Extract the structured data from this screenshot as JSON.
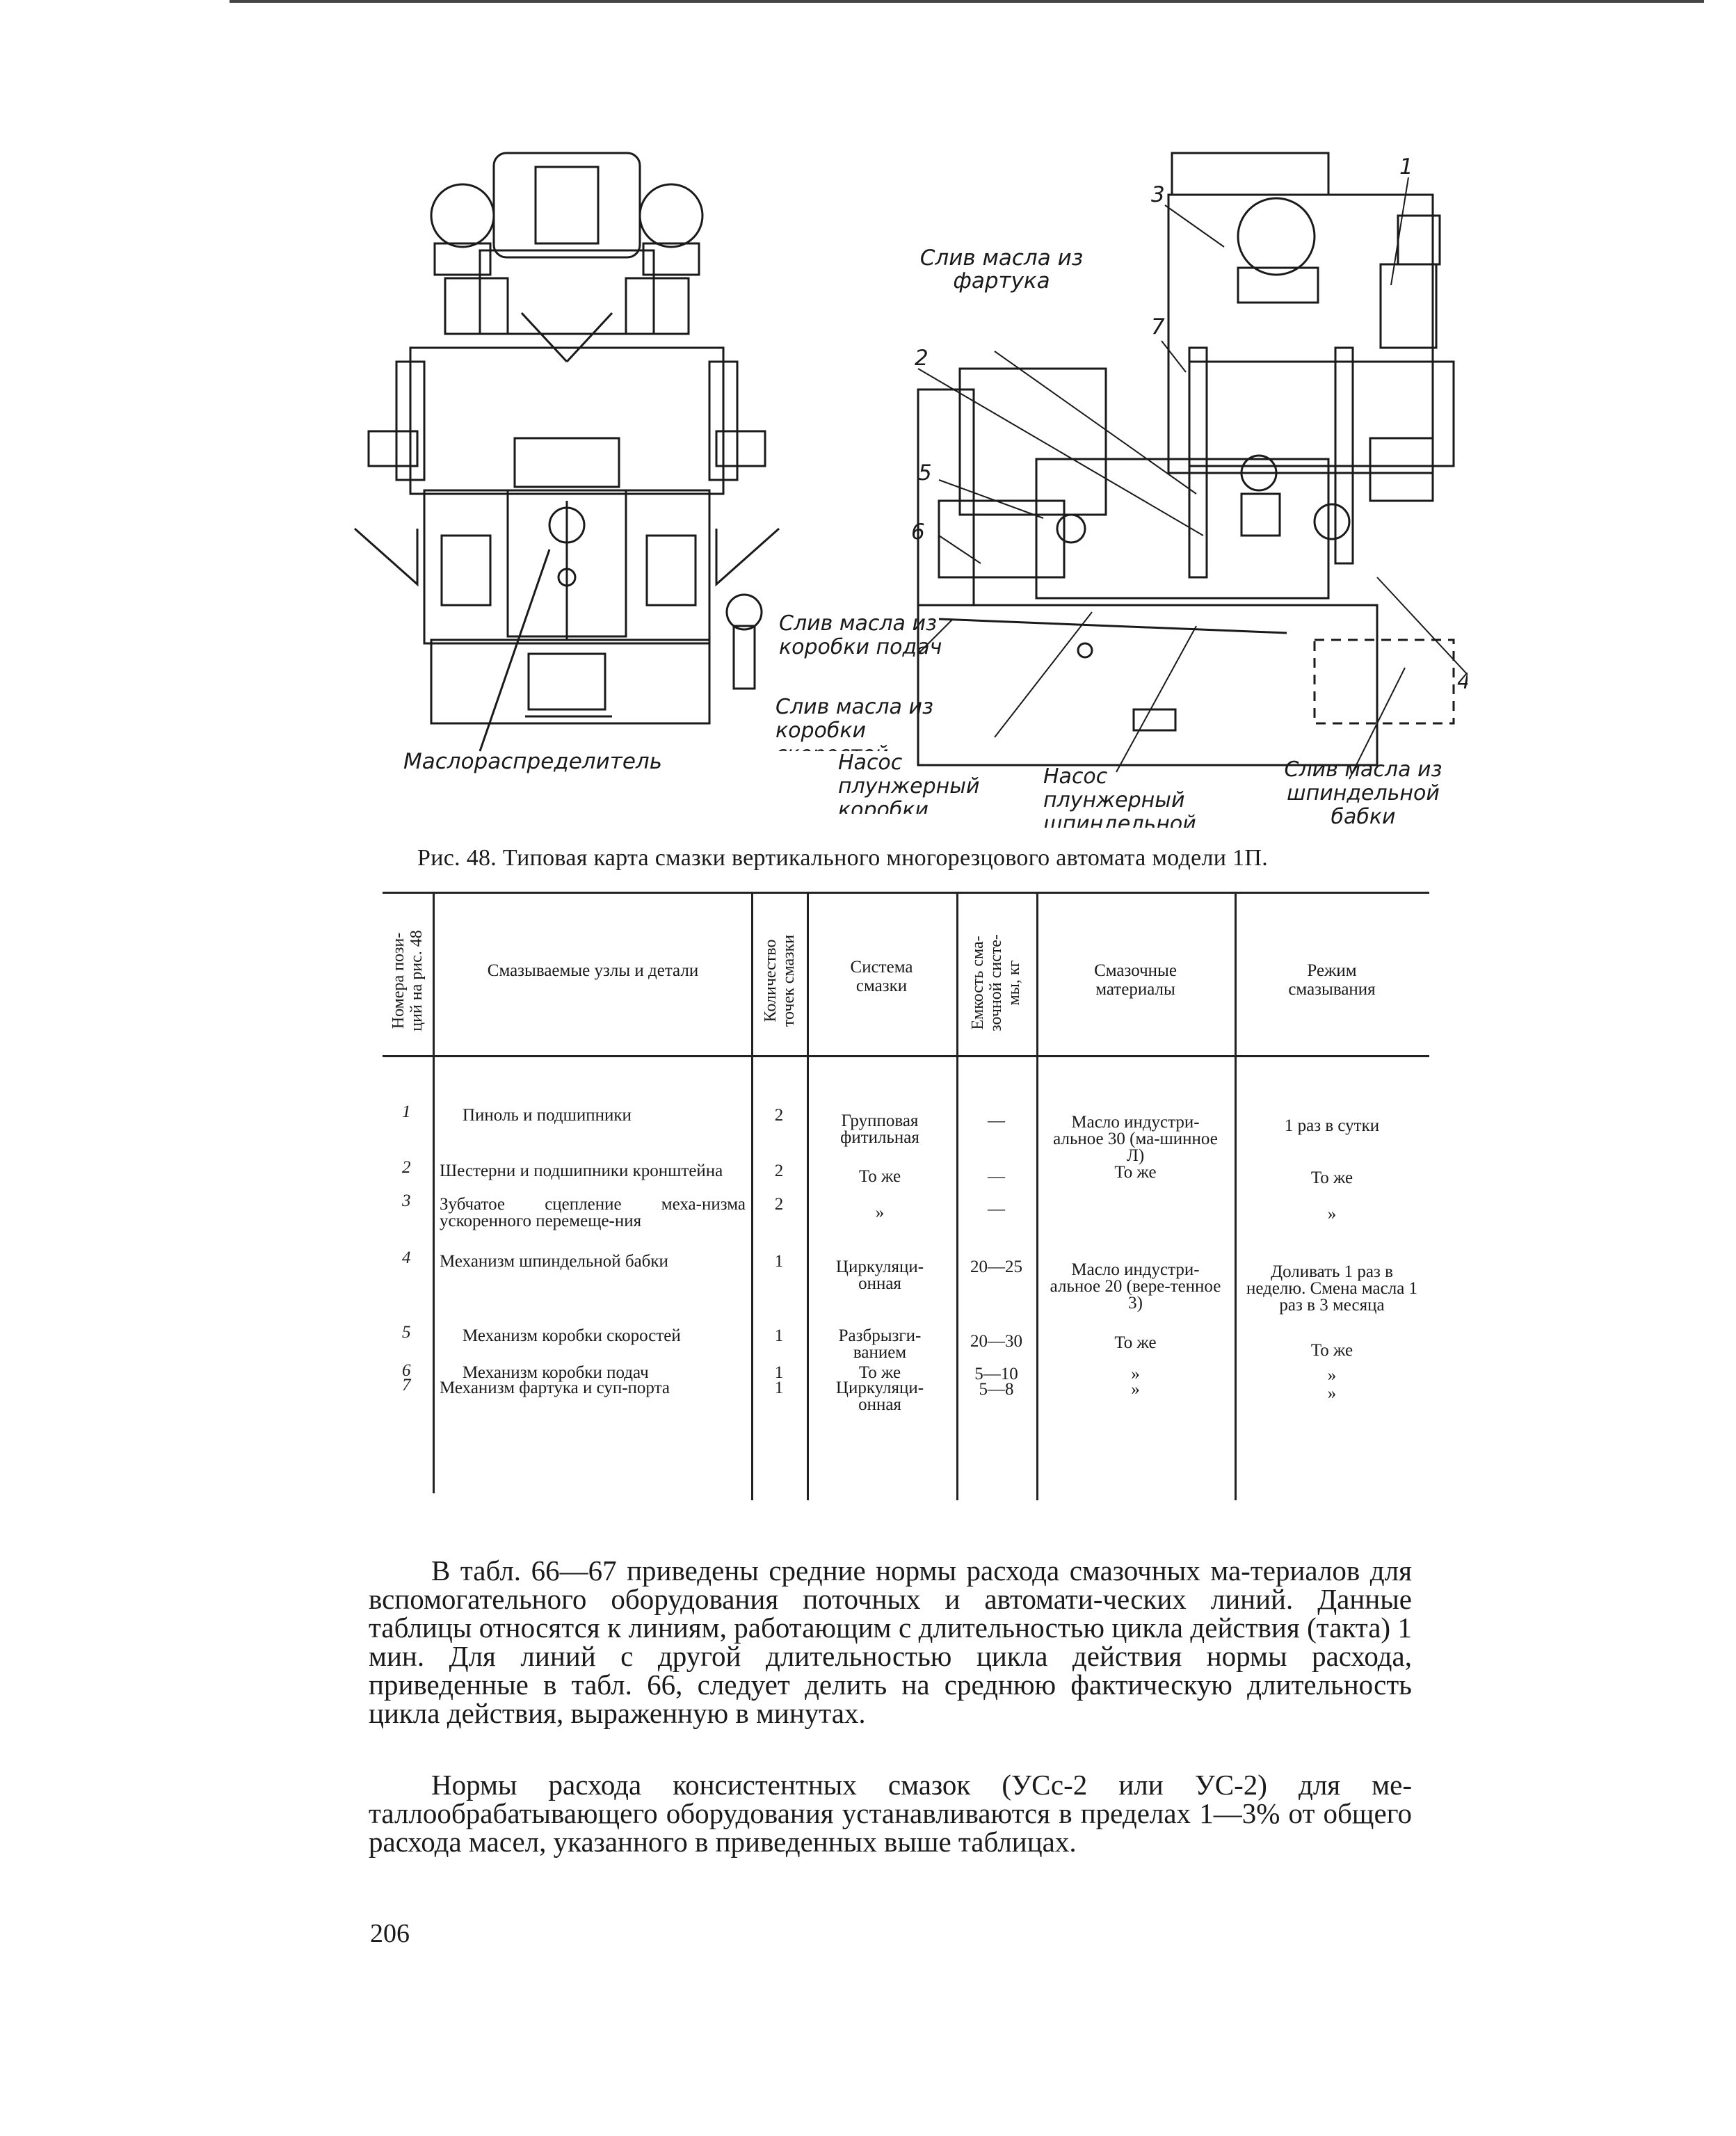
{
  "figure": {
    "labels": {
      "oil_distributor": "Маслораспределитель",
      "drain_apron": "Слив масла из фартука",
      "drain_feed_box": "Слив масла из коробки подач",
      "drain_speed_box": "Слив масла из коробки скоростей",
      "pump_speed_box": "Насос плунжерный коробки скоростей",
      "pump_spindle_head": "Насос плунжерный шпиндельной бабки",
      "drain_spindle_head": "Слив масла из шпиндельной бабки",
      "n1": "1",
      "n2": "2",
      "n3": "3",
      "n4": "4",
      "n5": "5",
      "n6": "6",
      "n7": "7"
    },
    "caption": "Рис. 48. Типовая карта смазки вертикального многорезцового автомата модели 1П."
  },
  "table": {
    "headers": {
      "pos": "Номера пози-\nций на рис. 48",
      "parts": "Смазываемые узлы и детали",
      "points": "Количество\nточек смазки",
      "system": "Система\nсмазки",
      "capacity": "Емкость сма-\nзочной систе-\nмы, кг",
      "materials": "Смазочные\nматериалы",
      "mode": "Режим\nсмазывания"
    },
    "rows": [
      {
        "pos": "1",
        "parts": "Пиноль и подшипники",
        "points": "2",
        "system": "Групповая фитильная",
        "capacity": "—",
        "materials": "Масло индустри-альное 30 (ма-шинное Л)",
        "mode": "1 раз в сутки"
      },
      {
        "pos": "2",
        "parts": "Шестерни и подшипники кронштейна",
        "points": "2",
        "system": "То же",
        "capacity": "—",
        "materials": "То же",
        "mode": "То же"
      },
      {
        "pos": "3",
        "parts": "Зубчатое сцепление меха-низма ускоренного перемеще-ния",
        "points": "2",
        "system": "»",
        "capacity": "—",
        "materials": "",
        "mode": "»"
      },
      {
        "pos": "4",
        "parts": "Механизм шпиндельной бабки",
        "points": "1",
        "system": "Циркуляци-онная",
        "capacity": "20—25",
        "materials": "Масло индустри-альное 20 (вере-тенное 3)",
        "mode": "Доливать 1 раз в неделю. Смена масла 1 раз в 3 месяца"
      },
      {
        "pos": "5",
        "parts": "Механизм коробки скоростей",
        "points": "1",
        "system": "Разбрызги-ванием",
        "capacity": "20—30",
        "materials": "То же",
        "mode": "То же"
      },
      {
        "pos": "6",
        "parts": "Механизм коробки подач",
        "points": "1",
        "system": "То же",
        "capacity": "5—10",
        "materials": "»",
        "mode": "»"
      },
      {
        "pos": "7",
        "parts": "Механизм фартука и суп-порта",
        "points": "1",
        "system": "Циркуляци-онная",
        "capacity": "5—8",
        "materials": "»",
        "mode": "»"
      }
    ]
  },
  "paragraphs": [
    "В табл. 66—67 приведены средние нормы расхода смазочных ма-териалов для вспомогательного оборудования поточных и автомати-ческих линий. Данные таблицы относятся к линиям, работающим с длительностью цикла действия (такта) 1 мин. Для линий с другой длительностью цикла действия нормы расхода, приведенные в табл. 66, следует делить на среднюю фактическую длительность цикла действия, выраженную в минутах.",
    "Нормы расхода консистентных смазок (УСс-2 или УС-2) для ме-таллообрабатывающего оборудования устанавливаются в пределах 1—3% от общего расхода масел, указанного в приведенных выше таблицах."
  ],
  "page_number": "206"
}
